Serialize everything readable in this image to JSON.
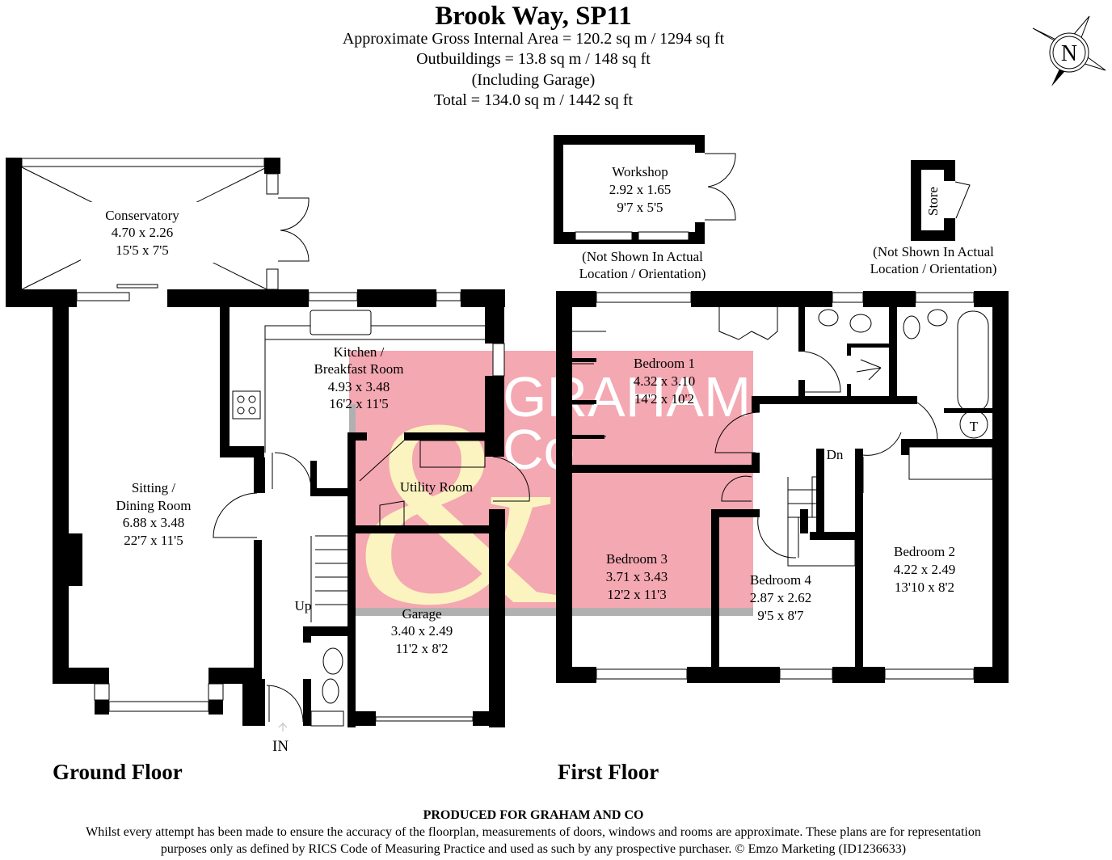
{
  "header": {
    "title": "Brook Way, SP11",
    "lines": [
      "Approximate Gross Internal Area = 120.2 sq m / 1294 sq ft",
      "Outbuildings = 13.8 sq m / 148 sq ft",
      "(Including Garage)",
      "Total = 134.0 sq m / 1442 sq ft"
    ]
  },
  "compass": {
    "letter": "N"
  },
  "watermark": {
    "text_line1": "GRAHAM",
    "text_line2": "Co",
    "symbol": "&",
    "bg_color": "#f4a8b2",
    "symbol_color": "#fbf4c0"
  },
  "ground_floor": {
    "label": "Ground Floor",
    "entrance": "IN",
    "stairs": "Up",
    "rooms": [
      {
        "name": "Conservatory",
        "metric": "4.70 x 2.26",
        "imperial": "15'5 x 7'5"
      },
      {
        "name": "Kitchen /",
        "name2": "Breakfast Room",
        "metric": "4.93 x 3.48",
        "imperial": "16'2 x 11'5"
      },
      {
        "name": "Sitting /",
        "name2": "Dining Room",
        "metric": "6.88 x 3.48",
        "imperial": "22'7 x 11'5"
      },
      {
        "name": "Utility Room"
      },
      {
        "name": "Garage",
        "metric": "3.40 x 2.49",
        "imperial": "11'2 x 8'2"
      }
    ]
  },
  "first_floor": {
    "label": "First Floor",
    "stairs": "Dn",
    "tank": "T",
    "rooms": [
      {
        "name": "Bedroom 1",
        "metric": "4.32 x 3.10",
        "imperial": "14'2 x 10'2"
      },
      {
        "name": "Bedroom 3",
        "metric": "3.71 x 3.43",
        "imperial": "12'2 x 11'3"
      },
      {
        "name": "Bedroom 4",
        "metric": "2.87 x 2.62",
        "imperial": "9'5 x 8'7"
      },
      {
        "name": "Bedroom 2",
        "metric": "4.22 x 2.49",
        "imperial": "13'10 x 8'2"
      }
    ]
  },
  "outbuildings": {
    "workshop": {
      "name": "Workshop",
      "metric": "2.92 x 1.65",
      "imperial": "9'7 x 5'5",
      "note": "(Not Shown In Actual Location / Orientation)"
    },
    "store": {
      "name": "Store",
      "note": "(Not Shown In Actual Location / Orientation)"
    }
  },
  "footer": {
    "produced_for": "PRODUCED FOR GRAHAM AND CO",
    "disclaimer_line1": "Whilst every attempt has been made to ensure the accuracy of the floorplan, measurements of doors, windows and rooms are approximate. These plans are for representation",
    "disclaimer_line2": "purposes only as defined by RICS Code of Measuring Practice and used as such by any prospective purchaser. © Emzo Marketing (ID1236633)"
  }
}
